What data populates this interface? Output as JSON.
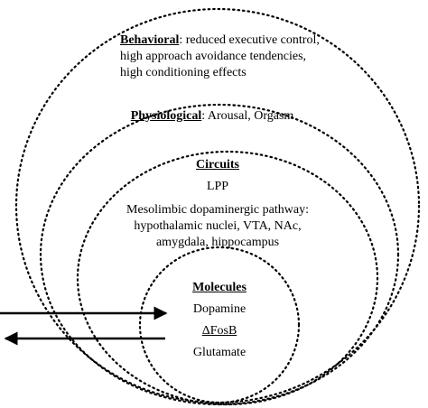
{
  "levels": {
    "behavioral": {
      "heading": "Behavioral",
      "line1_rest": ": reduced executive control,",
      "line2": "high approach avoidance tendencies,",
      "line3": "high conditioning effects"
    },
    "physiological": {
      "heading": "Physiological",
      "rest": ": Arousal,  Orgasm"
    },
    "circuits": {
      "heading": "Circuits",
      "item1": "LPP",
      "item2_line1": "Mesolimbic dopaminergic pathway:",
      "item2_line2": "hypothalamic nuclei, VTA, NAc,",
      "item2_line3": "amygdala, hippocampus"
    },
    "molecules": {
      "heading": "Molecules",
      "items": [
        "Dopamine",
        "ΔFosB",
        "Glutamate"
      ]
    }
  },
  "arrows": [
    {
      "direction": "right"
    },
    {
      "direction": "left"
    }
  ],
  "colors": {
    "stroke": "#000000",
    "background": "#ffffff"
  }
}
